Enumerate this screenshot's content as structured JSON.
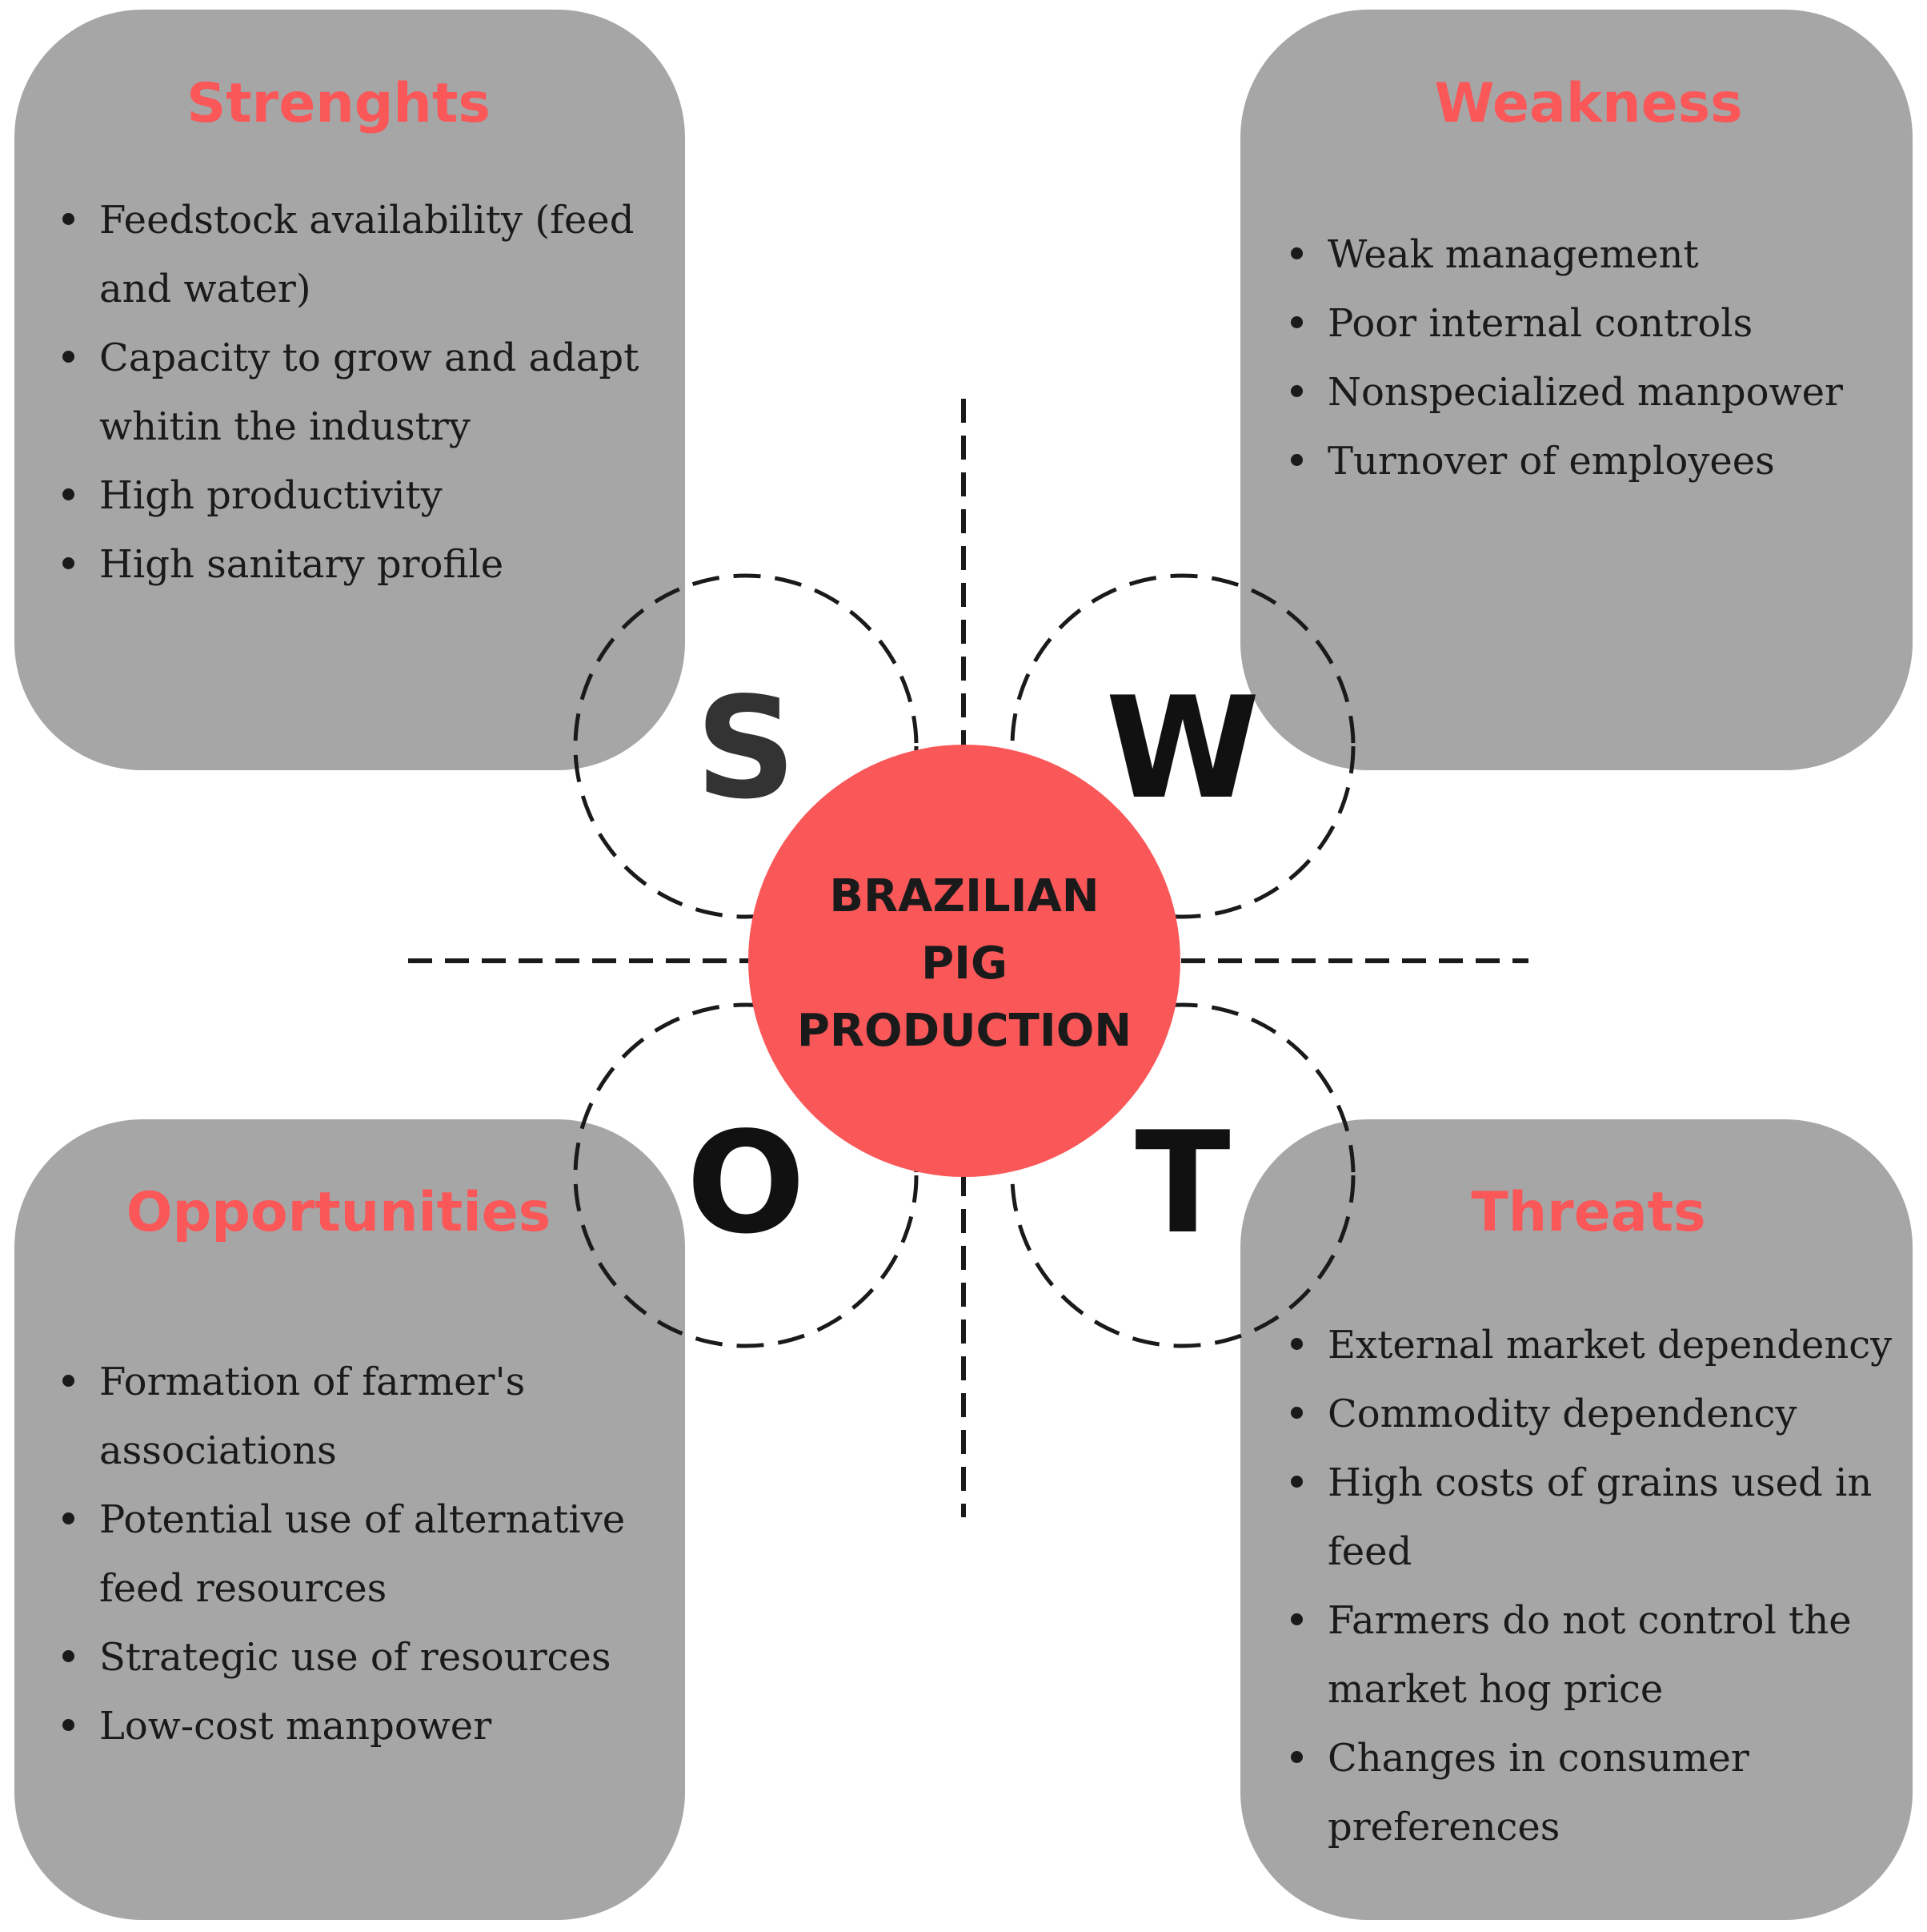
{
  "center": {
    "line1": "BRAZILIAN",
    "line2": "PIG",
    "line3": "PRODUCTION"
  },
  "letters": {
    "s": "S",
    "w": "W",
    "o": "O",
    "t": "T"
  },
  "strengths": {
    "title": "Strenghts",
    "items": [
      "Feedstock availability (feed and water)",
      "Capacity to grow and adapt whitin the industry",
      "High productivity",
      "High sanitary profile"
    ]
  },
  "weakness": {
    "title": "Weakness",
    "items": [
      "Weak management",
      "Poor internal controls",
      "Nonspecialized manpower",
      "Turnover of employees"
    ]
  },
  "opportunities": {
    "title": "Opportunities",
    "items": [
      "Formation of farmer's associations",
      "Potential use of alternative feed resources",
      "Strategic use of resources",
      "Low-cost manpower"
    ]
  },
  "threats": {
    "title": "Threats",
    "items": [
      "External market dependency",
      "Commodity dependency",
      "High costs of grains used in feed",
      "Farmers do not control the market hog price",
      "Changes in consumer preferences"
    ]
  },
  "colors": {
    "accent": "#fa5759",
    "box": "#a6a6a6",
    "text": "#1a1a1a"
  }
}
